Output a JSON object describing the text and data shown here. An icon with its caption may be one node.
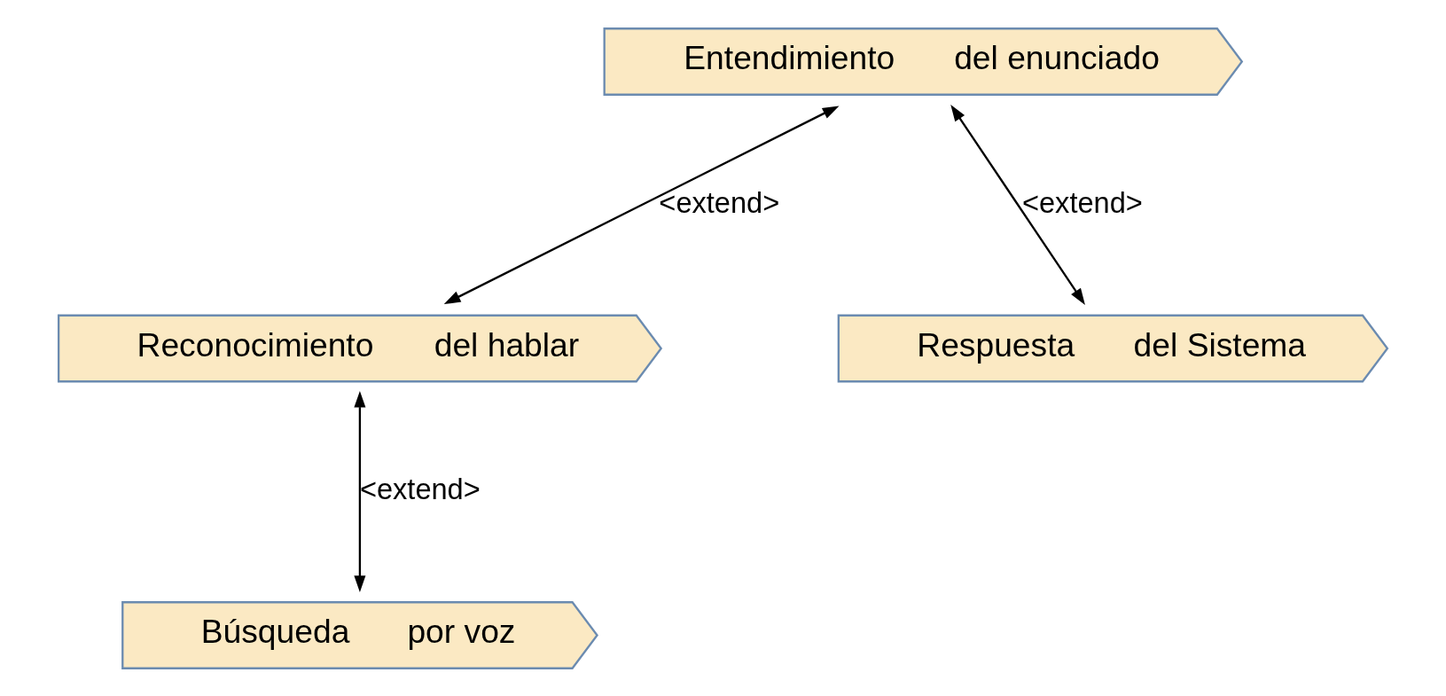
{
  "diagram": {
    "nodes": [
      {
        "text": [
          "Entendimiento",
          "del enunciado"
        ]
      },
      {
        "text": [
          "Reconocimiento",
          "del hablar"
        ]
      },
      {
        "text": [
          "Respuesta",
          "del Sistema"
        ]
      },
      {
        "text": [
          "Búsqueda",
          "por voz"
        ]
      }
    ],
    "edges": [
      {
        "from": 0,
        "to": 1,
        "arrow": "both",
        "label": "<extend>"
      },
      {
        "from": 0,
        "to": 2,
        "arrow": "both",
        "label": "<extend>"
      },
      {
        "from": 1,
        "to": 3,
        "arrow": "both",
        "label": "<extend>"
      }
    ]
  }
}
